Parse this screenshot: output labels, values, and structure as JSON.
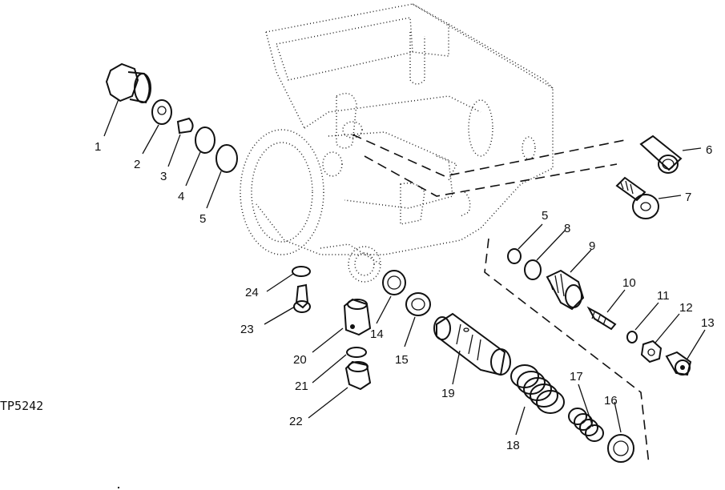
{
  "figure": {
    "id_label": "TP5242"
  },
  "callouts": [
    "1",
    "2",
    "3",
    "4",
    "5",
    "6",
    "7",
    "5",
    "8",
    "9",
    "10",
    "11",
    "12",
    "13",
    "14",
    "15",
    "16",
    "17",
    "18",
    "19",
    "20",
    "21",
    "22",
    "23",
    "24"
  ],
  "colors": {
    "ink": "#111111",
    "paper": "#ffffff"
  }
}
